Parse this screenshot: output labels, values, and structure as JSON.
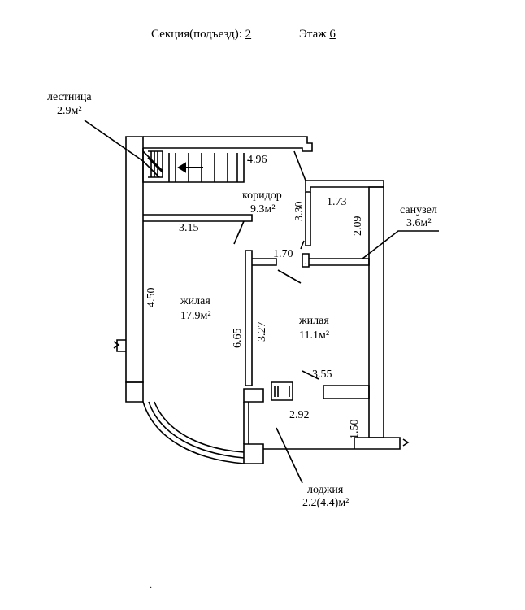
{
  "header": {
    "section_label": "Секция(подъезд):",
    "section_value": "2",
    "floor_label": "Этаж",
    "floor_value": "6"
  },
  "rooms": {
    "stair": {
      "name": "лестница",
      "area": "2.9м²"
    },
    "corridor": {
      "name": "коридор",
      "area": "9.3м²"
    },
    "bathroom": {
      "name": "санузел",
      "area": "3.6м²"
    },
    "living_large": {
      "name": "жилая",
      "area": "17.9м²"
    },
    "living_small": {
      "name": "жилая",
      "area": "11.1м²"
    },
    "loggia": {
      "name": "лоджия",
      "area": "2.2(4.4)м²"
    }
  },
  "dimensions": {
    "corridor_length": "4.96",
    "corridor_height": "3.30",
    "bath_width": "1.73",
    "bath_height": "2.09",
    "partition_length": "3.15",
    "doorway_width": "1.70",
    "living_large_side": "4.50",
    "living_large_depth": "6.65",
    "living_small_side": "3.27",
    "living_small_width": "3.55",
    "loggia_width": "2.92",
    "loggia_depth": "1.50"
  }
}
